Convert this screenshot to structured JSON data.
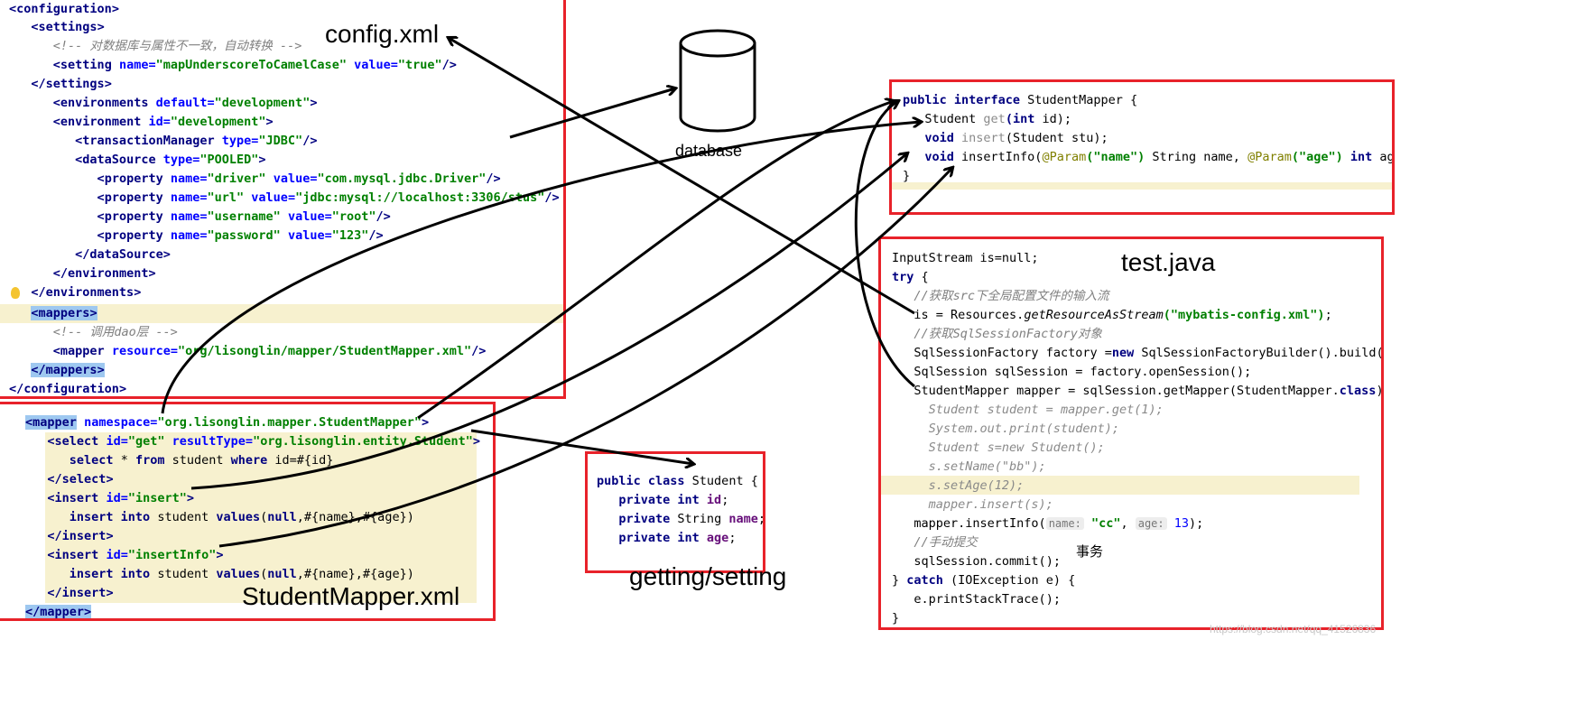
{
  "labels": {
    "config_xml": "config.xml",
    "database": "database",
    "test_java": "test.java",
    "student_mapper_xml": "StudentMapper.xml",
    "getting_setting": "getting/setting",
    "transaction": "事务",
    "watermark": "https://blog.csdn.net/qq_41526836"
  },
  "config": {
    "l1": "configuration",
    "l2": "settings",
    "l3": "<!-- 对数据库与属性不一致，自动转换 -->",
    "l4_tag": "setting",
    "l4_a1": "name",
    "l4_v1": "\"mapUnderscoreToCamelCase\"",
    "l4_a2": "value",
    "l4_v2": "\"true\"",
    "l5": "settings",
    "l6_tag": "environments",
    "l6_a1": "default",
    "l6_v1": "\"development\"",
    "l7_tag": "environment",
    "l7_a1": "id",
    "l7_v1": "\"development\"",
    "l8_tag": "transactionManager",
    "l8_a1": "type",
    "l8_v1": "\"JDBC\"",
    "l9_tag": "dataSource",
    "l9_a1": "type",
    "l9_v1": "\"POOLED\"",
    "p1_v1": "\"driver\"",
    "p1_v2": "\"com.mysql.jdbc.Driver\"",
    "p2_v1": "\"url\"",
    "p2_v2": "\"jdbc:mysql://localhost:3306/stus\"",
    "p3_v1": "\"username\"",
    "p3_v2": "\"root\"",
    "p4_v1": "\"password\"",
    "p4_v2": "\"123\"",
    "property": "property",
    "name": "name",
    "value": "value",
    "l14": "dataSource",
    "l15": "environment",
    "l16": "environments",
    "l17": "mappers",
    "l18": "<!-- 调用dao层 -->",
    "l19_tag": "mapper",
    "l19_a1": "resource",
    "l19_v1": "\"org/lisonglin/mapper/StudentMapper.xml\"",
    "l20": "mappers",
    "l21": "configuration"
  },
  "mapperxml": {
    "m1_tag": "mapper",
    "m1_a1": "namespace",
    "m1_v1": "\"org.lisonglin.mapper.StudentMapper\"",
    "m2_tag": "select",
    "m2_a1": "id",
    "m2_v1": "\"get\"",
    "m2_a2": "resultType",
    "m2_v2": "\"org.lisonglin.entity.Student\"",
    "m3_k1": "select",
    "m3_t1": " * ",
    "m3_k2": "from",
    "m3_t2": " student ",
    "m3_k3": "where",
    "m3_t3": " id=#{id}",
    "m4": "select",
    "m5_tag": "insert",
    "m5_a1": "id",
    "m5_v1": "\"insert\"",
    "m6_k1": "insert into",
    "m6_t1": " student ",
    "m6_k2": "values",
    "m6_t2": "(",
    "m6_k3": "null",
    "m6_t3": ",#{name},#{age})",
    "m7": "insert",
    "m8_tag": "insert",
    "m8_a1": "id",
    "m8_v1": "\"insertInfo\"",
    "m11": "mapper"
  },
  "interface": {
    "i1_k": "public interface",
    "i1_t": " StudentMapper {",
    "i2_t": "Student ",
    "i2_m": "get",
    "i2_k": "(int",
    "i2_r": " id);",
    "i3_k": "void",
    "i3_m": " insert",
    "i3_r": "(Student stu);",
    "i4_k": "void",
    "i4_m": " insertInfo(",
    "i4_a1": "@Param",
    "i4_s1": "(\"name\")",
    "i4_t1": " String name, ",
    "i4_a2": "@Param",
    "i4_s2": "(\"age\")",
    "i4_k2": " int",
    "i4_t2": " age);",
    "i5": "}"
  },
  "student": {
    "s1_k": "public class",
    "s1_t": " Student {",
    "s2_k": "private int",
    "s2_f": " id",
    "s3_k": "private",
    "s3_t": " String ",
    "s3_f": "name",
    "s4_k": "private int",
    "s4_f": " age"
  },
  "test": {
    "t1": "InputStream is=null;",
    "t2_k": "try",
    "t2_t": " {",
    "t3": "//获取src下全局配置文件的输入流",
    "t4_a": "is = Resources.",
    "t4_m": "getResourceAsStream",
    "t4_s": "(\"mybatis-config.xml\")",
    "t4_e": ";",
    "t5": "//获取SqlSessionFactory对象",
    "t6_a": "SqlSessionFactory factory =",
    "t6_k": "new",
    "t6_b": " SqlSessionFactoryBuilder().build(is);",
    "t7": "SqlSession sqlSession = factory.openSession();",
    "t8_a": "StudentMapper mapper = sqlSession.getMapper(StudentMapper.",
    "t8_k": "class",
    "t8_b": ");",
    "t9": "Student student = mapper.get(1);",
    "t10": "System.out.print(student);",
    "t11": "Student s=new Student();",
    "t12": "s.setName(\"bb\");",
    "t13": "s.setAge(12);",
    "t14": "mapper.insert(s);",
    "t15_a": "mapper.insertInfo(",
    "t15_h1": "name:",
    "t15_s": " \"cc\"",
    "t15_c": ", ",
    "t15_h2": "age:",
    "t15_n": " 13",
    "t15_e": ");",
    "t16": "//手动提交",
    "t17": "sqlSession.commit();",
    "t18_a": "} ",
    "t18_k": "catch",
    "t18_b": " (IOException e) {",
    "t19": "e.printStackTrace();",
    "t20": "}"
  }
}
